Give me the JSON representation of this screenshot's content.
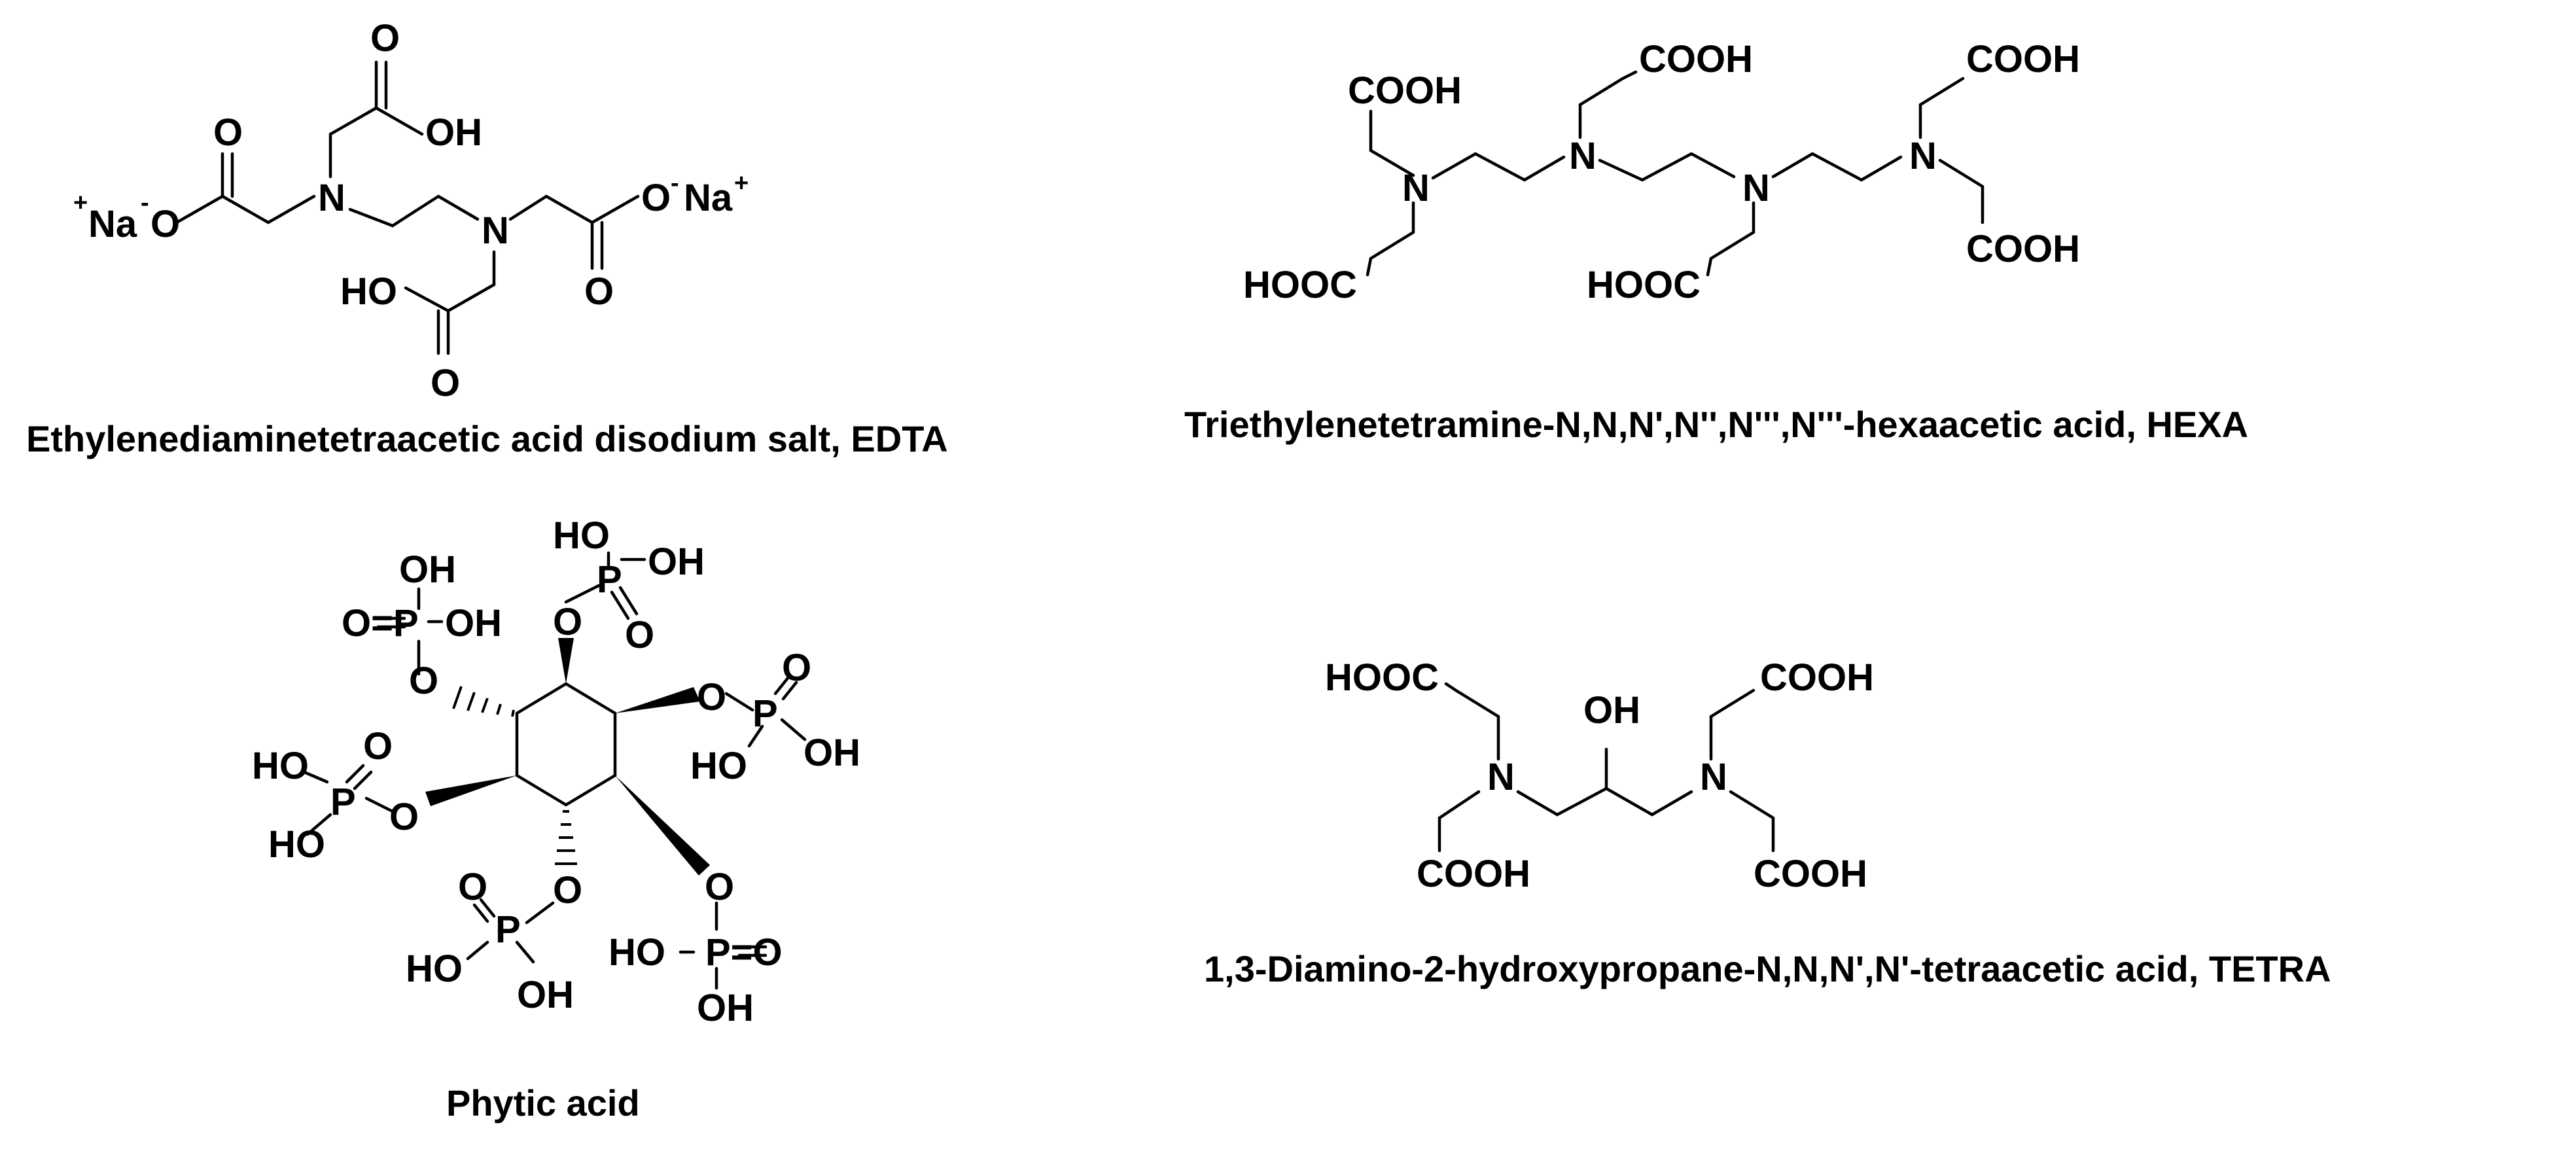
{
  "molecules": {
    "edta": {
      "caption": "Ethylenediaminetetraacetic acid disodium salt, EDTA",
      "labels": {
        "o_top": "O",
        "oh_top": "OH",
        "o_left": "O",
        "na_left": "Na",
        "o_minus_left": "O",
        "n1": "N",
        "n2": "N",
        "o_minus_right": "O",
        "na_right": "Na",
        "o_right": "O",
        "ho_bottom": "HO",
        "o_bottom": "O",
        "plus": "+",
        "minus": "-"
      }
    },
    "hexa": {
      "caption": "Triethylenetetramine-N,N,N',N'',N''',N'''-hexaacetic acid, HEXA",
      "labels": {
        "cooh1": "COOH",
        "cooh2": "COOH",
        "cooh3": "COOH",
        "cooh4": "COOH",
        "hooc1": "HOOC",
        "hooc2": "HOOC",
        "n1": "N",
        "n2": "N",
        "n3": "N",
        "n4": "N"
      }
    },
    "phytic": {
      "caption": "Phytic acid",
      "labels": {
        "p": "P",
        "o": "O",
        "oh": "OH",
        "ho": "HO",
        "o_eq_p": "O=P",
        "p_eq_o": "P=O"
      }
    },
    "tetra": {
      "caption": "1,3-Diamino-2-hydroxypropane-N,N,N',N'-tetraacetic acid, TETRA",
      "labels": {
        "hooc": "HOOC",
        "cooh1": "COOH",
        "cooh2": "COOH",
        "cooh3": "COOH",
        "oh": "OH",
        "n1": "N",
        "n2": "N"
      }
    }
  }
}
